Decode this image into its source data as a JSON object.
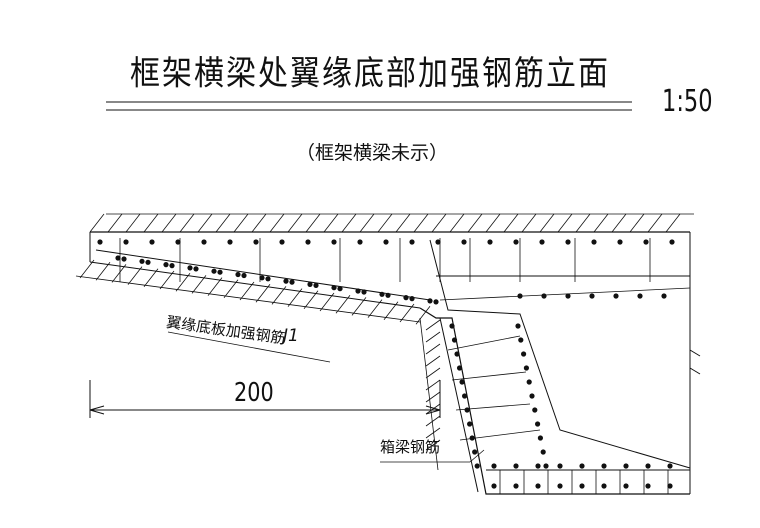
{
  "drawing": {
    "title": "框架横梁处翼缘底部加强钢筋立面",
    "scale": "1:50",
    "subtitle": "（框架横梁未示）"
  },
  "labels": {
    "wing_rebar": "翼缘底板加强钢筋",
    "wing_rebar_id": "J1",
    "box_rebar": "箱梁钢筋",
    "dimension": "200"
  },
  "colors": {
    "ink": "#111111",
    "paper": "#ffffff"
  }
}
